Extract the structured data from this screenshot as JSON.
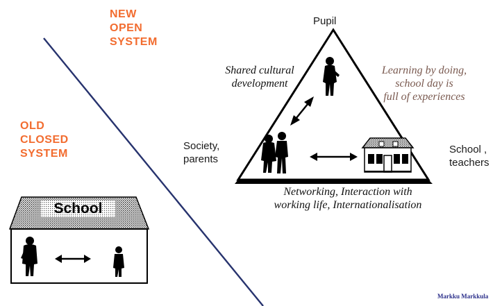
{
  "new_system": {
    "lines": [
      "NEW",
      "OPEN",
      "SYSTEM"
    ]
  },
  "old_system": {
    "lines": [
      "OLD",
      "CLOSED",
      "SYSTEM"
    ]
  },
  "nodes": {
    "pupil": "Pupil",
    "society": [
      "Society,",
      "parents"
    ],
    "school": [
      "School ,",
      "teachers"
    ]
  },
  "triangle_sides": {
    "left": [
      "Shared cultural",
      "development"
    ],
    "right": [
      "Learning by doing,",
      "school day is",
      "full of experiences"
    ],
    "bottom": [
      "Networking, Interaction with",
      "working life, Internationalisation"
    ]
  },
  "old_school": {
    "roof_sign": "School"
  },
  "credit": "Markku Markkula",
  "colors": {
    "accent_orange": "#f26c2f",
    "divider_navy": "#27336e",
    "right_side_text": "#7a5a50",
    "credit": "#2b2f8a"
  }
}
